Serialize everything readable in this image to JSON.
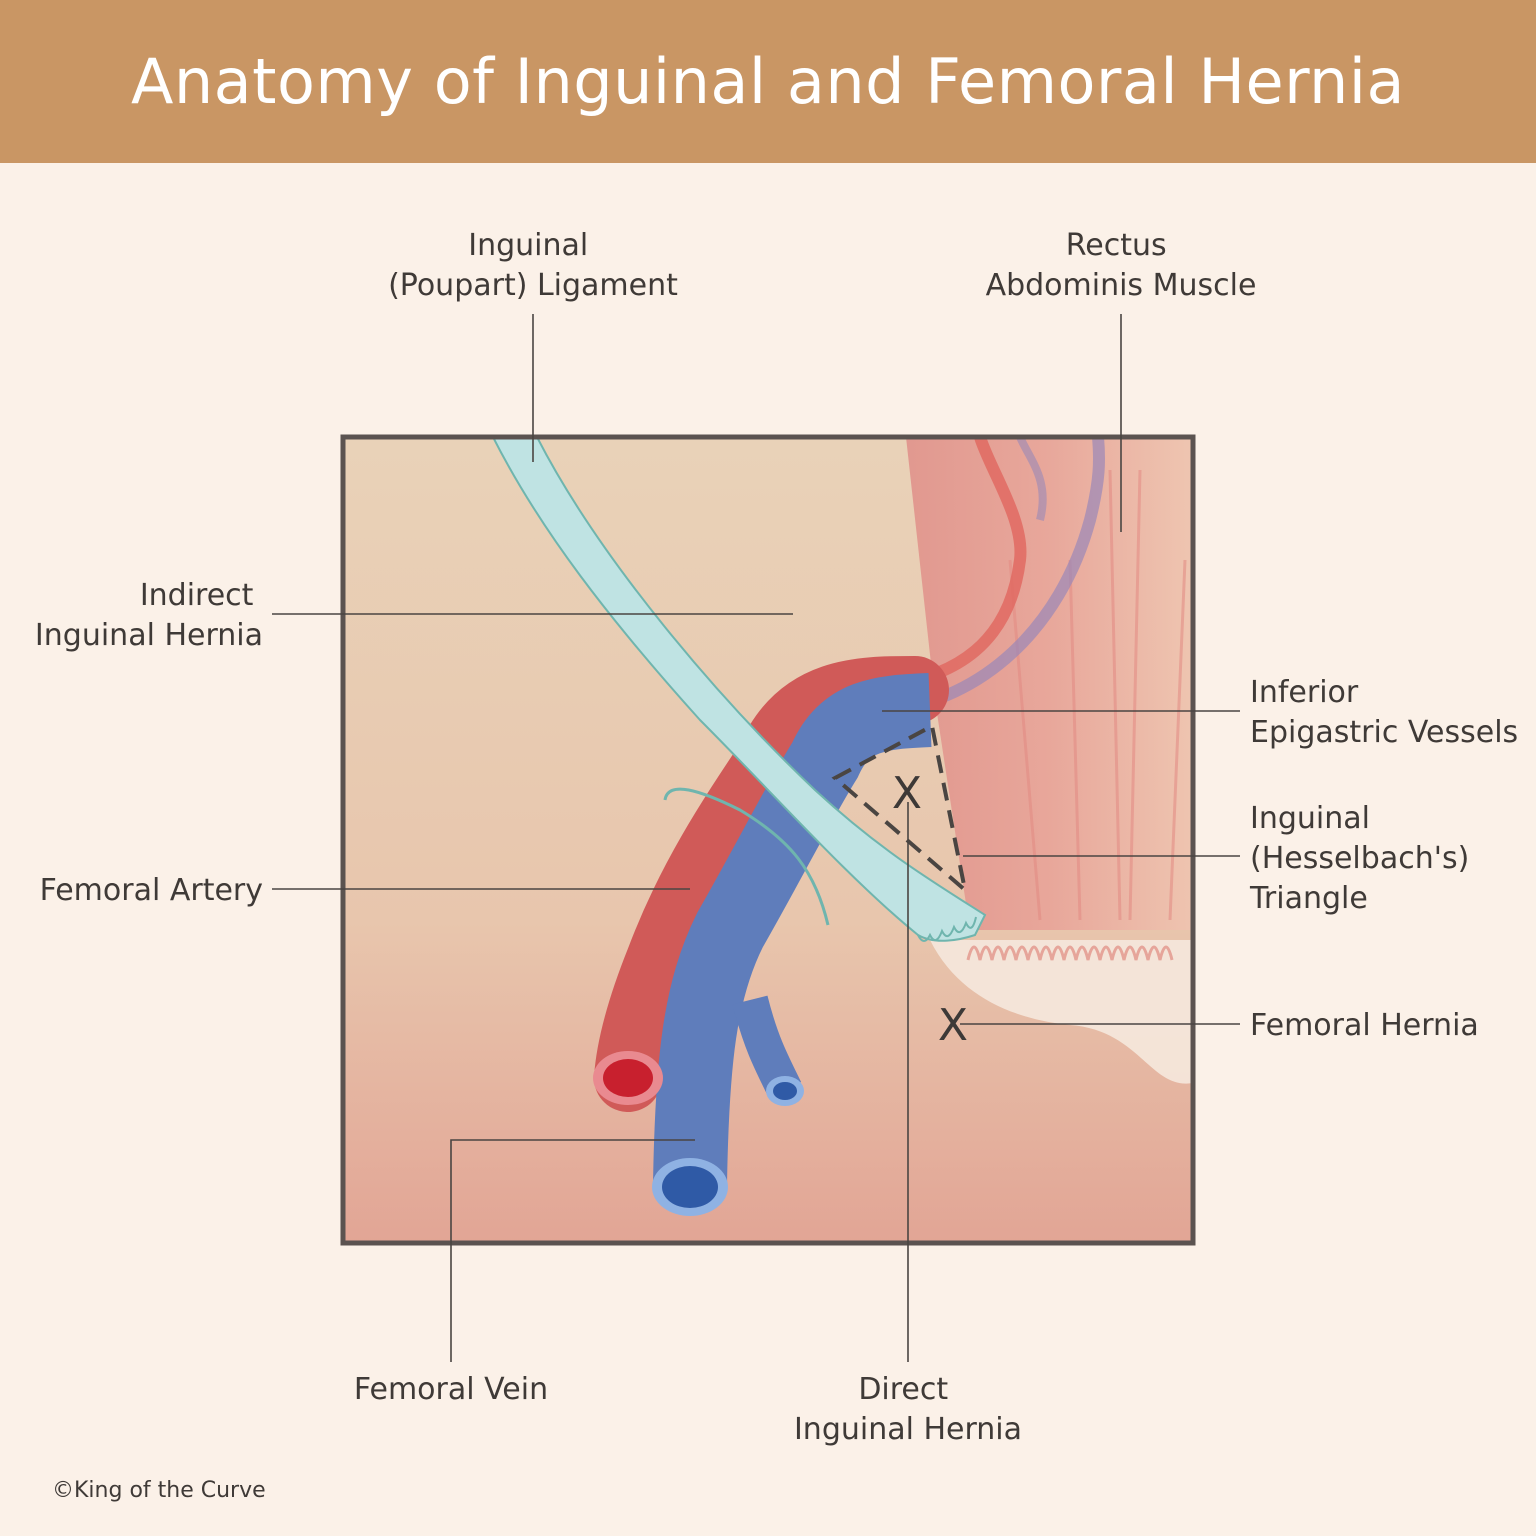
{
  "title": "Anatomy of Inguinal and Femoral Hernia",
  "labels": {
    "inguinal_ligament": [
      "Inguinal",
      "(Poupart) Ligament"
    ],
    "rectus": [
      "Rectus",
      "Abdominis Muscle"
    ],
    "indirect": [
      "Indirect",
      "Inguinal Hernia"
    ],
    "epigastric": [
      "Inferior",
      "Epigastric Vessels"
    ],
    "hesselbach": [
      "Inguinal",
      "(Hesselbach's)",
      "Triangle"
    ],
    "femoral_artery": "Femoral Artery",
    "femoral_hernia": "Femoral Hernia",
    "femoral_vein": "Femoral Vein",
    "direct": [
      "Direct",
      "Inguinal Hernia"
    ]
  },
  "markers": {
    "direct": "X",
    "femoral": "X"
  },
  "credit": "©King of the Curve",
  "colors": {
    "banner": "#c99664",
    "background": "#fbf1e8",
    "ligament": "#bfe3e3",
    "artery": "#d05a58",
    "vein": "#5f7dbb",
    "muscle": "#e59a92"
  }
}
